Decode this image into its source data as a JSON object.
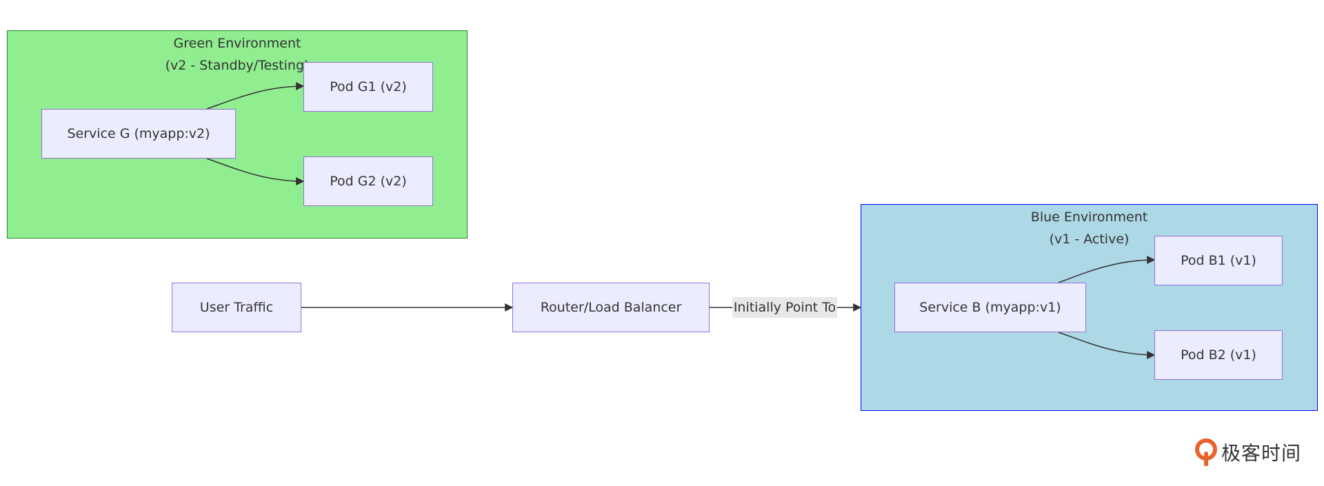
{
  "clusters": {
    "green": {
      "title_line1": "Green Environment",
      "title_line2": "(v2 - Standby/Testing)",
      "fill": "#90ee90",
      "stroke": "#228b22"
    },
    "blue": {
      "title_line1": "Blue Environment",
      "title_line2": "(v1 - Active)",
      "fill": "#add8e6",
      "stroke": "#0000ff"
    }
  },
  "nodes": {
    "service_g": "Service G (myapp:v2)",
    "pod_g1": "Pod G1 (v2)",
    "pod_g2": "Pod G2 (v2)",
    "user_traffic": "User Traffic",
    "router": "Router/Load Balancer",
    "service_b": "Service B (myapp:v1)",
    "pod_b1": "Pod B1 (v1)",
    "pod_b2": "Pod B2 (v1)"
  },
  "edges": {
    "router_to_blue_label": "Initially Point To"
  },
  "logo": {
    "text": "极客时间",
    "color": "#e8632b"
  },
  "colors": {
    "node_fill": "#ececff",
    "node_stroke": "#9370db",
    "edge": "#333333"
  }
}
